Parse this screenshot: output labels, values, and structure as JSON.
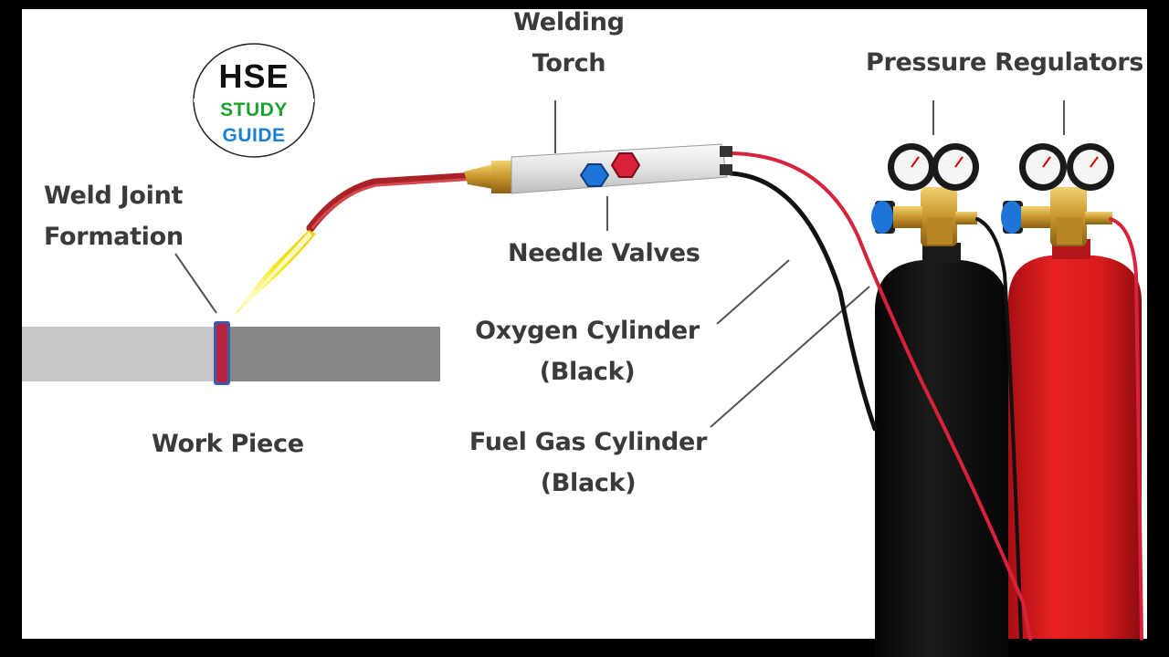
{
  "logo": {
    "line1": "HSE",
    "line2": "STUDY",
    "line3": "GUIDE"
  },
  "labels": {
    "welding_torch": [
      "Welding",
      "Torch"
    ],
    "pressure_regulators": "Pressure Regulators",
    "weld_joint_formation": [
      "Weld Joint",
      "Formation"
    ],
    "needle_valves": "Needle Valves",
    "oxygen_cylinder": [
      "Oxygen Cylinder",
      "(Black)"
    ],
    "work_piece": "Work Piece",
    "fuel_gas_cylinder": [
      "Fuel Gas Cylinder",
      "(Black)"
    ]
  },
  "title": "Gas Welding Safety",
  "colors": {
    "background": "#000000",
    "panel": "#ffffff",
    "label_text": "#3a3a3a",
    "title_text": "#ffffff",
    "logo_green": "#1aa22f",
    "logo_blue": "#1a7fd6",
    "cylinder_black": "#111111",
    "cylinder_red": "#d81818",
    "hose_red": "#d8213b",
    "hose_black": "#111111",
    "flame_yellow": "#f2e629",
    "valve_blue": "#1f74d8",
    "valve_red": "#d8213b",
    "workpiece_light": "#c7c7c7",
    "workpiece_dark": "#888888",
    "weld_joint": "#b8233d"
  }
}
